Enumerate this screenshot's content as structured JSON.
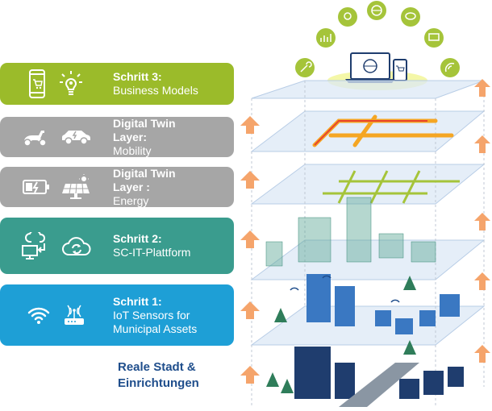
{
  "steps": {
    "step3": {
      "title": "Schritt 3:",
      "subtitle": "Business Models",
      "icons": [
        "smartphone-cart-icon",
        "lightbulb-gear-icon"
      ]
    },
    "mobility": {
      "title": "Digital Twin",
      "layer_label": "Layer:",
      "layer_name": " Mobility",
      "icons": [
        "scooter-icon",
        "electric-car-icon"
      ]
    },
    "energy": {
      "title": "Digital Twin",
      "layer_label": "Layer :",
      "layer_name": " Energy",
      "icons": [
        "battery-charging-icon",
        "solar-panel-icon"
      ]
    },
    "step2": {
      "title": "Schritt 2:",
      "subtitle": "SC-IT-Plattform",
      "icons": [
        "cloud-monitor-icon",
        "cloud-sync-icon"
      ]
    },
    "step1": {
      "title": "Schritt 1:",
      "line1": "IoT Sensors for",
      "line2": "Municipal Assets",
      "icons": [
        "wifi-icon",
        "router-icon"
      ]
    }
  },
  "real_city": {
    "line1": "Reale Stadt &",
    "line2": "Einrichtungen"
  },
  "colors": {
    "green": "#9bbb2a",
    "gray": "#a6a6a6",
    "teal": "#3a9c8e",
    "blue": "#1e9fd6",
    "dark_blue_text": "#1f4e8c",
    "arrow": "#f5a46b"
  }
}
